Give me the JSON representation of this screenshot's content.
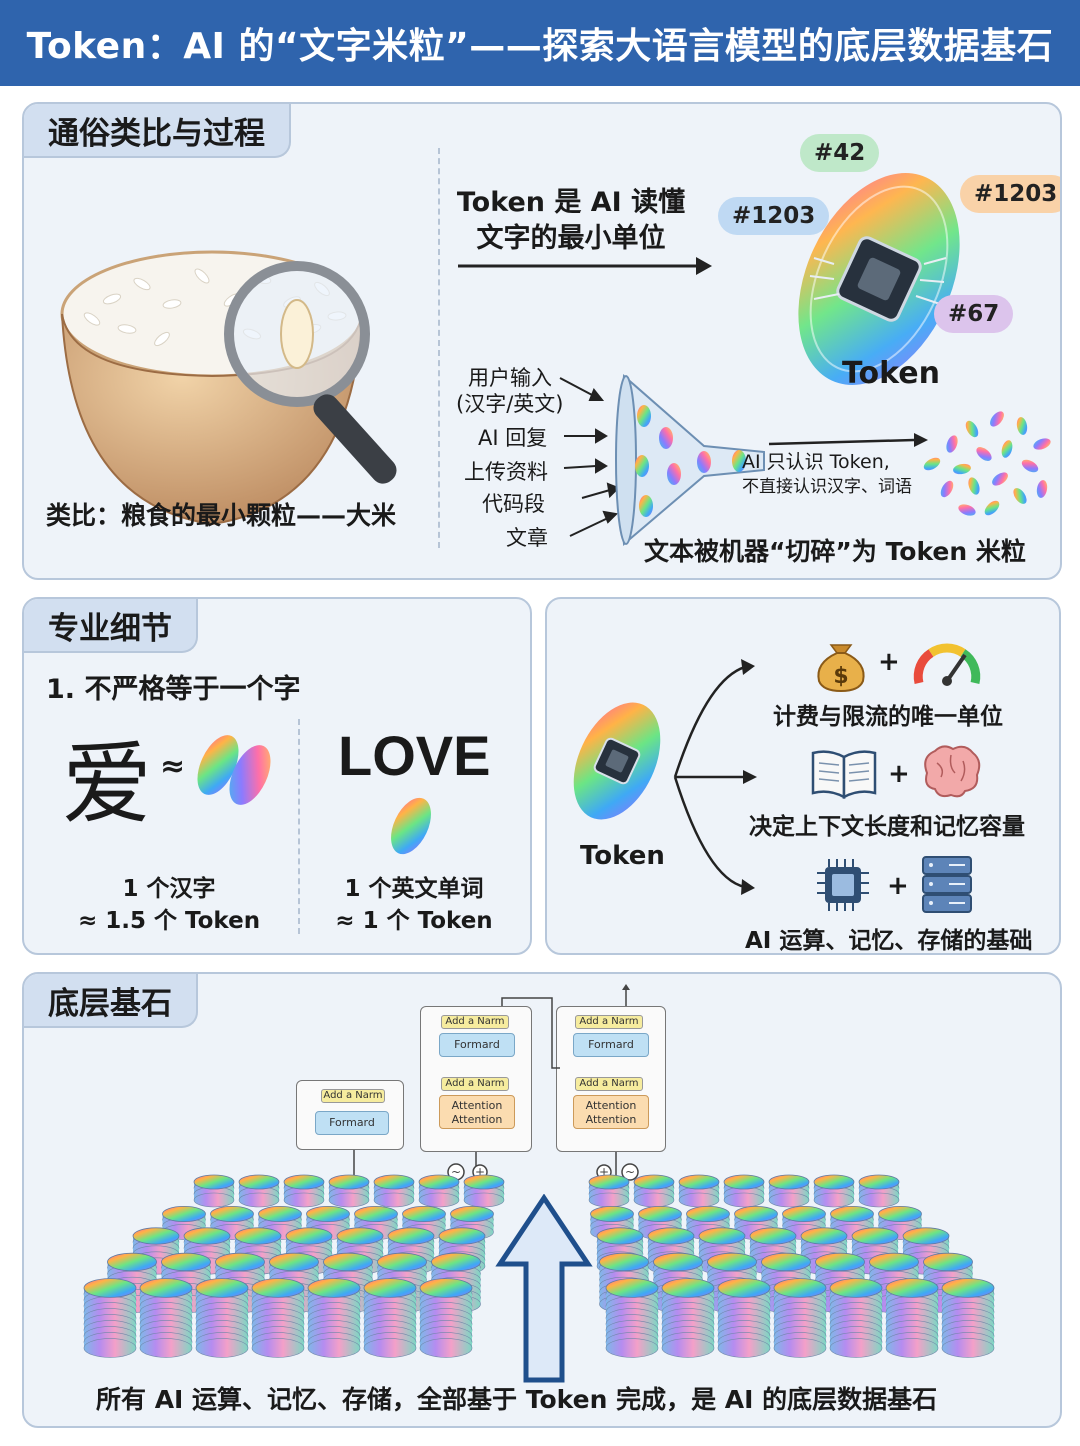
{
  "header": {
    "title": "Token：AI 的“文字米粒”——探索大语言模型的底层数据基石"
  },
  "analogy": {
    "tab": "通俗类比与过程",
    "caption": "类比：粮食的最小颗粒——大米",
    "definition_line1": "Token 是 AI 读懂",
    "definition_line2": "文字的最小单位",
    "token_label": "Token",
    "chips": [
      "#42",
      "#1203",
      "#1203",
      "#67"
    ],
    "inputs": [
      "用户输入",
      "(汉字/英文)",
      "AI 回复",
      "上传资料",
      "代码段",
      "文章"
    ],
    "ai_note_line1": "AI 只认识 Token,",
    "ai_note_line2": "不直接认识汉字、词语",
    "process_caption": "文本被机器“切碎”为 Token 米粒"
  },
  "details": {
    "tab": "专业细节",
    "point": "1. 不严格等于一个字",
    "chinese_char": "爱",
    "approx": "≈",
    "english_word": "LOVE",
    "left_line1": "1 个汉字",
    "left_line2": "≈ 1.5 个 Token",
    "right_line1": "1 个英文单词",
    "right_line2": "≈ 1 个 Token"
  },
  "roles": {
    "token_label": "Token",
    "plus": "+",
    "items": [
      "计费与限流的唯一单位",
      "决定上下文长度和记忆容量",
      "AI 运算、记忆、存储的基础"
    ],
    "icons": [
      "money-bag-icon",
      "gauge-icon",
      "book-icon",
      "brain-icon",
      "chip-icon",
      "server-icon"
    ],
    "dollar": "$"
  },
  "foundation": {
    "tab": "底层基石",
    "caption": "所有 AI 运算、记忆、存储，全部基于 Token 完成，是 AI 的底层数据基石",
    "add_norm": "Add a Narm",
    "formard": "Formard",
    "attention1": "Attention",
    "attention2": "Attention",
    "plus": "+",
    "wave": "~"
  },
  "colors": {
    "header": "#2f64ad",
    "panel": "#eef3f9",
    "tab": "#d2dff0"
  }
}
